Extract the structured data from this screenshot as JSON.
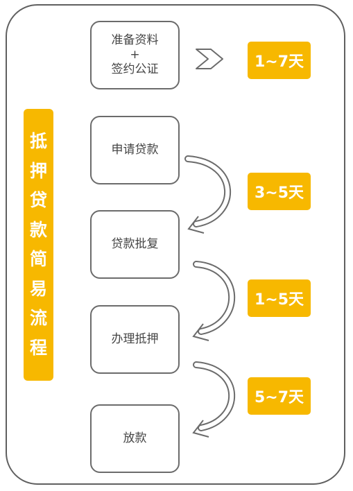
{
  "title_chars": [
    "抵",
    "押",
    "贷",
    "款",
    "简",
    "易",
    "流",
    "程"
  ],
  "steps": [
    {
      "line1": "准备资料",
      "line2": "+",
      "line3": "签约公证"
    },
    {
      "line1": "申请贷款"
    },
    {
      "line1": "贷款批复"
    },
    {
      "line1": "办理抵押"
    },
    {
      "line1": "放款"
    }
  ],
  "durations": [
    "1~7天",
    "3~5天",
    "1~5天",
    "5~7天"
  ],
  "colors": {
    "accent": "#f7b800",
    "border": "#6b6b6b",
    "text": "#444444"
  }
}
